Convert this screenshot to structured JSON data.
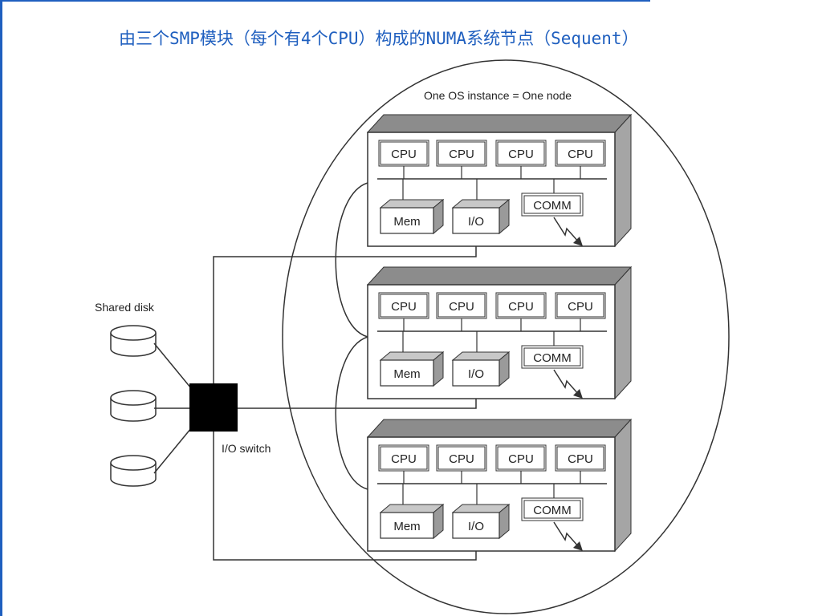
{
  "slide_title": "由三个SMP模块（每个有4个CPU）构成的NUMA系统节点（Sequent）",
  "diagram": {
    "os_label": "One OS instance = One node",
    "shared_disk_label": "Shared disk",
    "io_switch_label": "I/O switch",
    "cpu_label": "CPU",
    "mem_label": "Mem",
    "io_label": "I/O",
    "comm_label": "COMM",
    "module_count": 3,
    "cpus_per_module": 4,
    "disk_count": 3
  },
  "colors": {
    "accent": "#1f5fbf",
    "line": "#333333",
    "box_side": "#9a9a9a",
    "box_top": "#c8c8c8",
    "switch": "#000000"
  }
}
